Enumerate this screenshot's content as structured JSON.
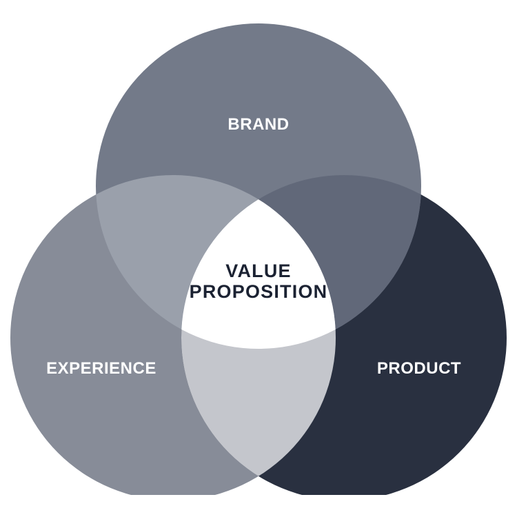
{
  "venn": {
    "background_color": "#ffffff",
    "label_color": "#ffffff",
    "circles": [
      {
        "id": "brand",
        "label": "BRAND",
        "color": "#737A89"
      },
      {
        "id": "experience",
        "label": "EXPERIENCE",
        "color": "#878C98"
      },
      {
        "id": "product",
        "label": "PRODUCT",
        "color": "#293040"
      }
    ],
    "overlaps": {
      "brand_experience": "#9AA0AB",
      "brand_product": "#616879",
      "experience_product": "#C4C6CC",
      "center": "#FFFFFF"
    },
    "center_label": {
      "line1": "VALUE",
      "line2": "PROPOSITION",
      "color": "#1B2232"
    }
  }
}
